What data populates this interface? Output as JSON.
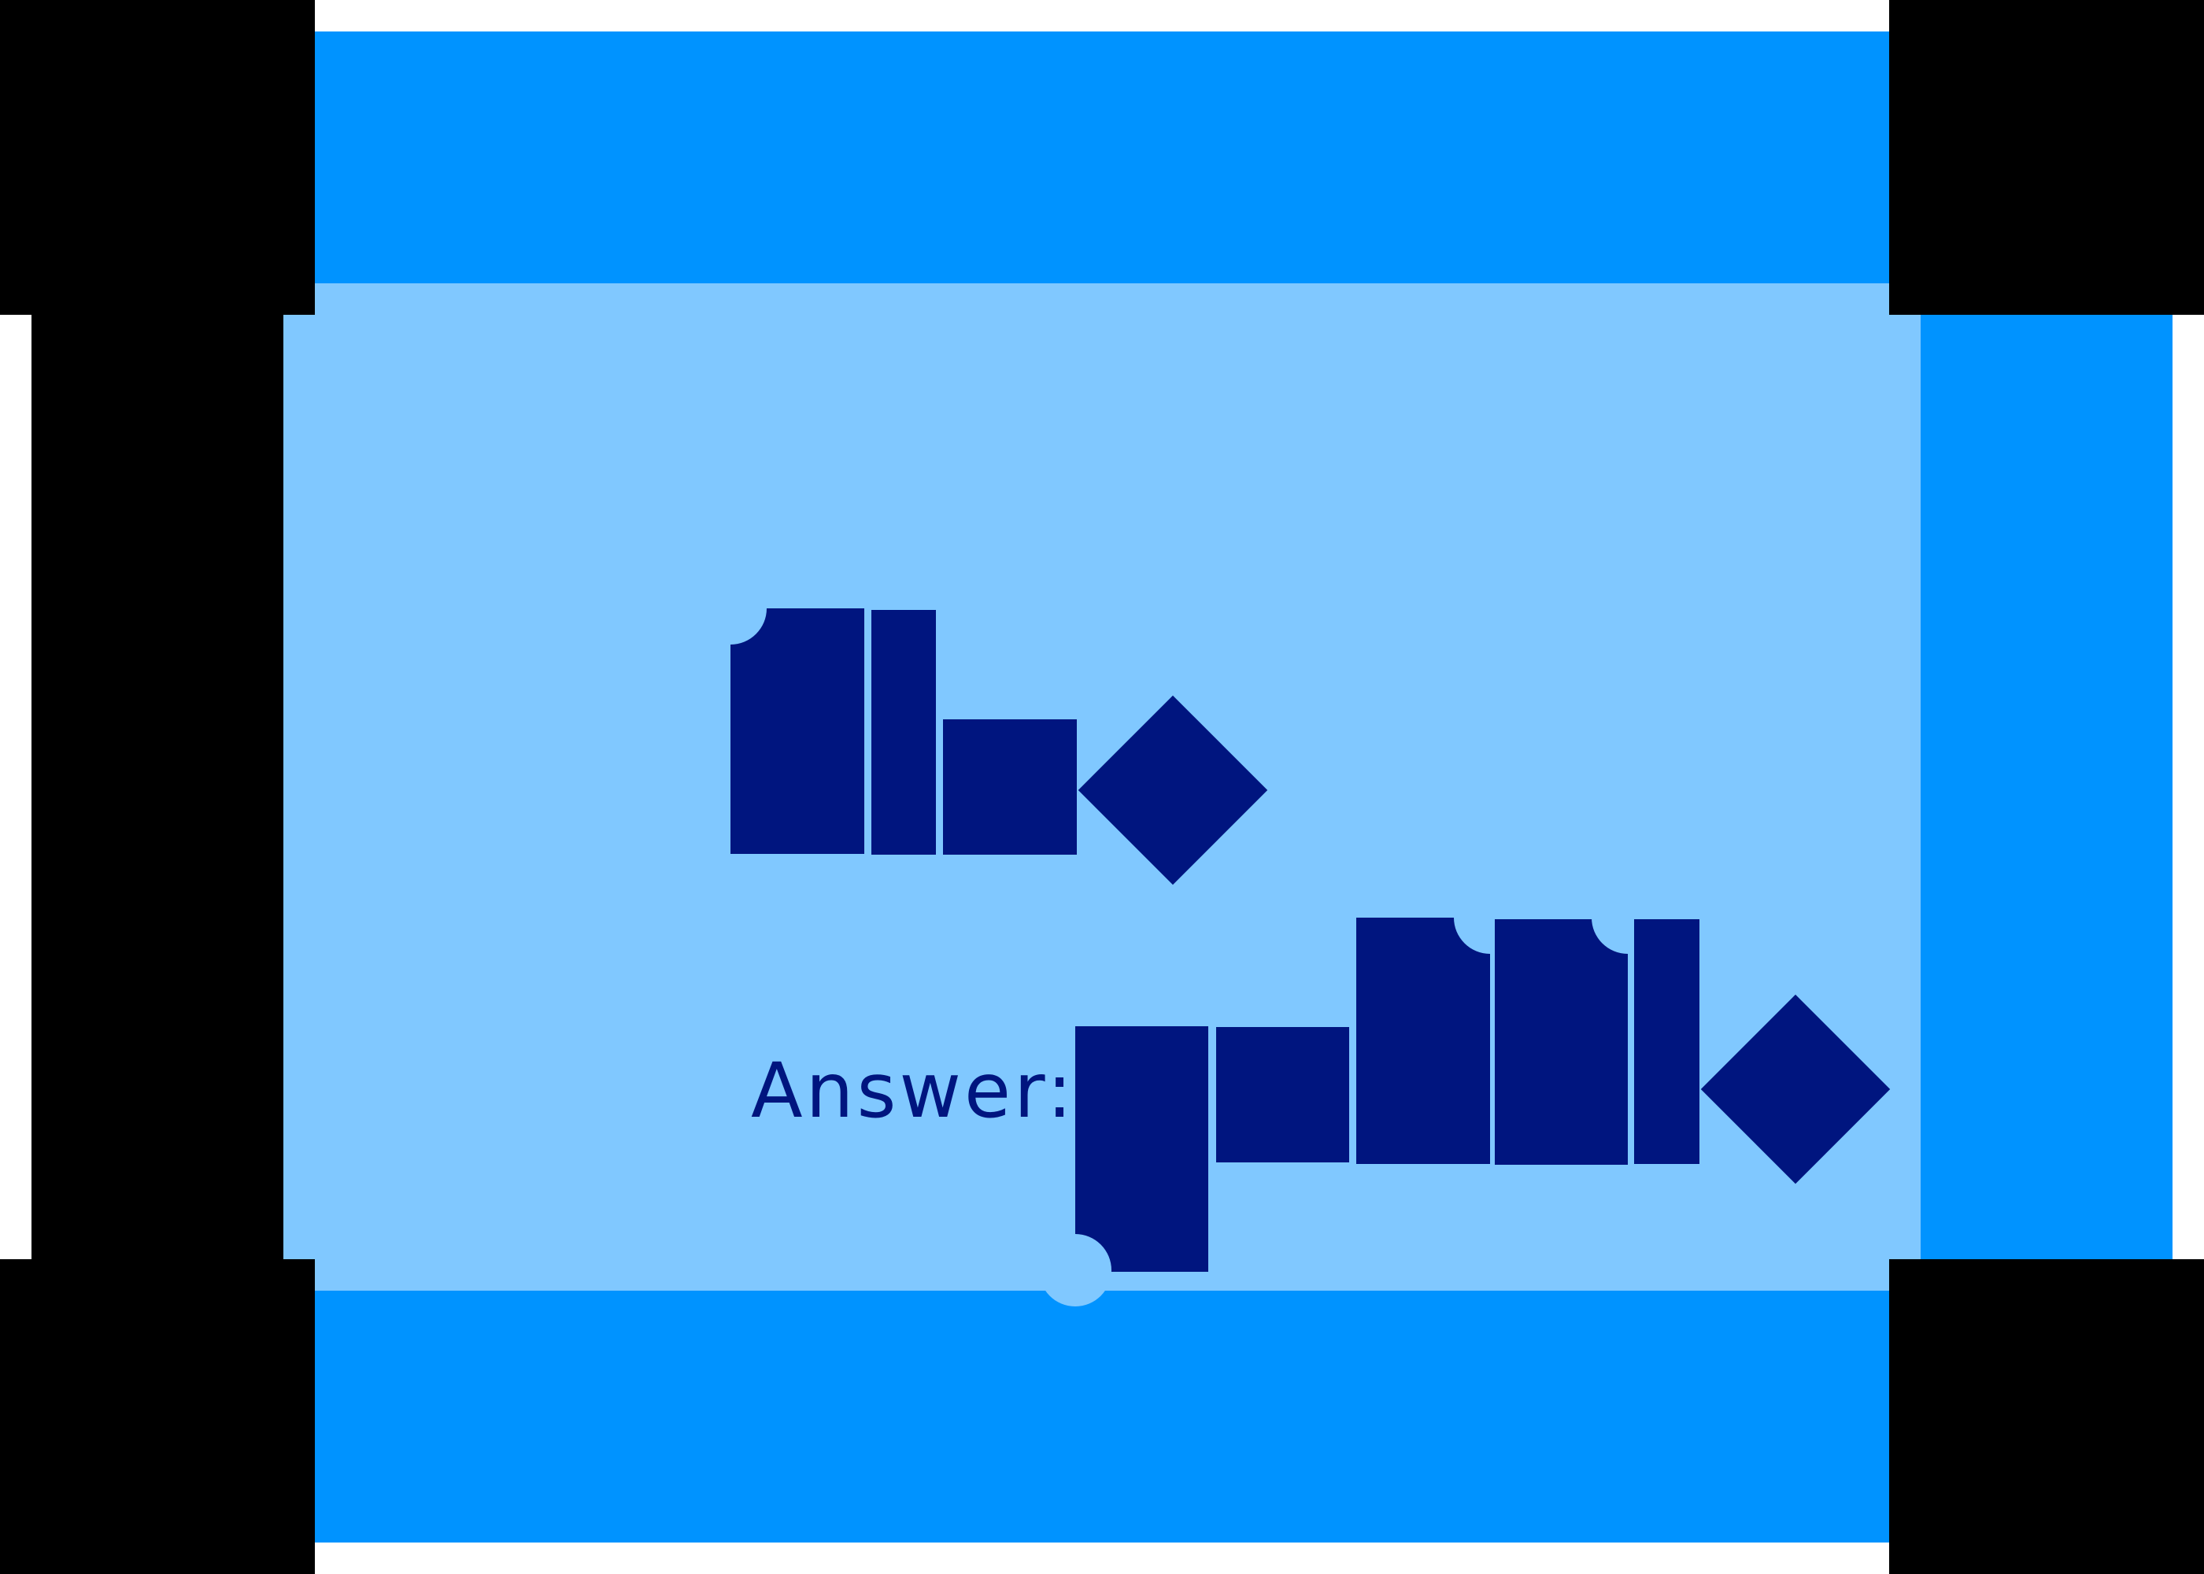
{
  "answer": {
    "label": "Answer:"
  },
  "colors": {
    "frame_dark": "#000000",
    "frame_blue": "#0093ff",
    "panel_blue": "#80c8ff",
    "glyph_navy": "#00157f"
  },
  "glyph_rows": {
    "top_row": [
      "tall-block",
      "tall-bar",
      "low-block",
      "diamond"
    ],
    "answer_row": [
      "descender-block",
      "low-block",
      "tall-block",
      "tall-block",
      "tall-bar",
      "diamond"
    ]
  }
}
